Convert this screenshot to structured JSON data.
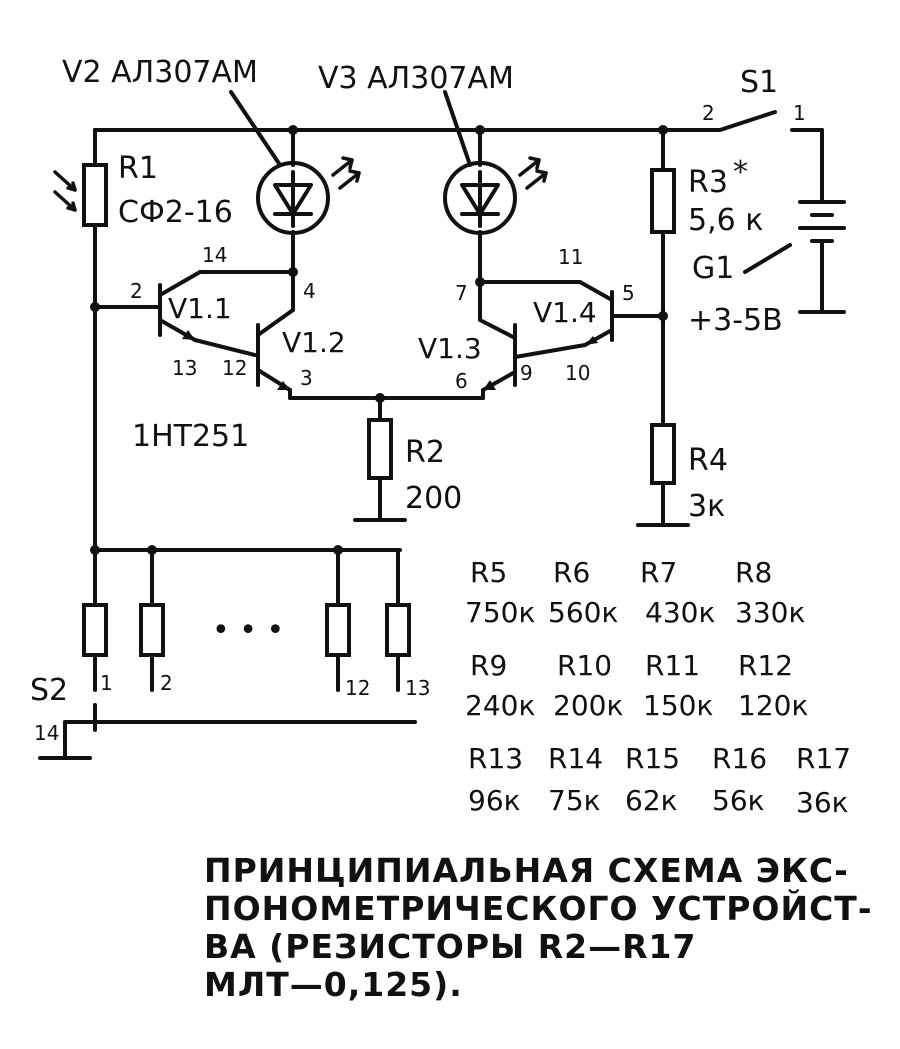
{
  "labels": {
    "v2": "V2 АЛ307АМ",
    "v3": "V3 АЛ307АМ",
    "s1": "S1",
    "s1_pin2": "2",
    "s1_pin1": "1",
    "r1_name": "R1",
    "r1_type": "СФ2-16",
    "r3_name": "R3",
    "r3_star": "*",
    "r3_value": "5,6 к",
    "g1_name": "G1",
    "g1_voltage": "+3-5В",
    "v11": "V1.1",
    "v12": "V1.2",
    "v13": "V1.3",
    "v14": "V1.4",
    "chip": "1НТ251",
    "r2_name": "R2",
    "r2_value": "200",
    "r4_name": "R4",
    "r4_value": "3к",
    "s2": "S2",
    "s2_pin14": "14",
    "pins": {
      "p14": "14",
      "p2": "2",
      "p4": "4",
      "p13": "13",
      "p12": "12",
      "p3": "3",
      "p11": "11",
      "p7": "7",
      "p5": "5",
      "p6": "6",
      "p9": "9",
      "p10": "10"
    },
    "switch_positions": {
      "sw1": "1",
      "sw2": "2",
      "sw12": "12",
      "sw13": "13"
    },
    "dots": "• • •"
  },
  "resistor_table": {
    "row1": [
      {
        "name": "R5",
        "value": "750к"
      },
      {
        "name": "R6",
        "value": "560к"
      },
      {
        "name": "R7",
        "value": "430к"
      },
      {
        "name": "R8",
        "value": "330к"
      }
    ],
    "row2": [
      {
        "name": "R9",
        "value": "240к"
      },
      {
        "name": "R10",
        "value": "200к"
      },
      {
        "name": "R11",
        "value": "150к"
      },
      {
        "name": "R12",
        "value": "120к"
      }
    ],
    "row3": [
      {
        "name": "R13",
        "value": "96к"
      },
      {
        "name": "R14",
        "value": "75к"
      },
      {
        "name": "R15",
        "value": "62к"
      },
      {
        "name": "R16",
        "value": "56к"
      },
      {
        "name": "R17",
        "value": "36к"
      }
    ]
  },
  "caption": {
    "line1": "ПРИНЦИПИАЛЬНАЯ СХЕМА ЭКС-",
    "line2": "ПОНОМЕТРИЧЕСКОГО УСТРОЙСТ-",
    "line3": "ВА (РЕЗИСТОРЫ R2—R17",
    "line4": "МЛТ—0,125)."
  }
}
